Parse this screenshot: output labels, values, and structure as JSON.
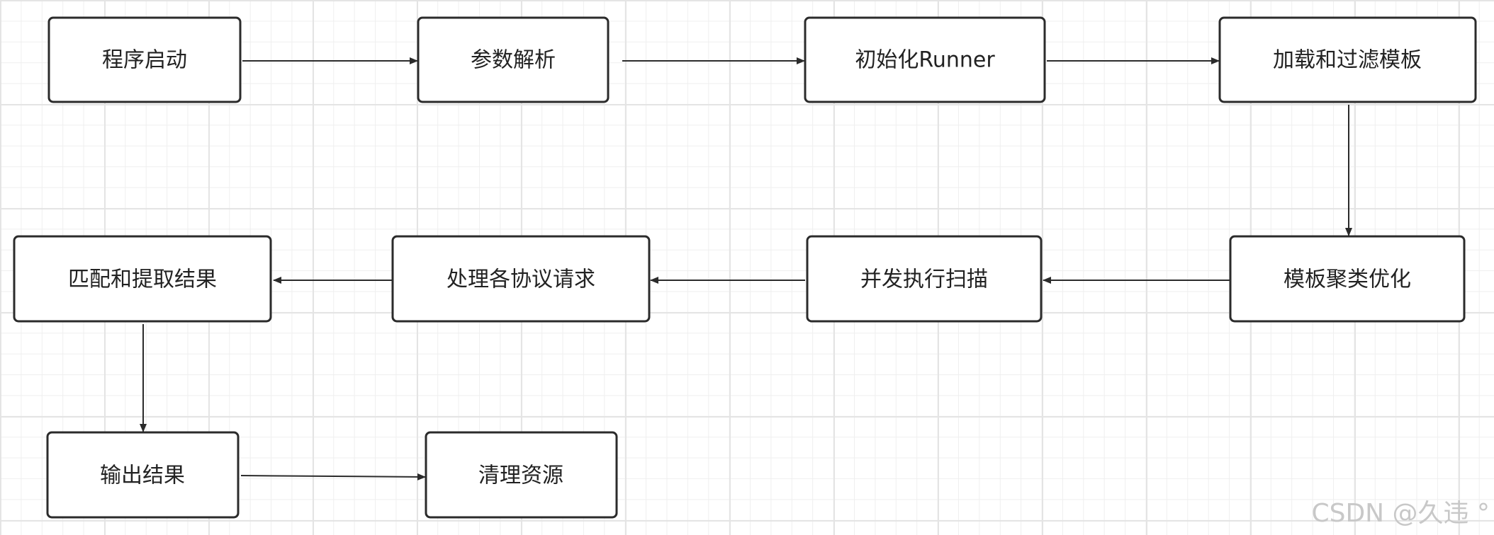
{
  "nodes": {
    "start": "程序启动",
    "parse_args": "参数解析",
    "init_runner": "初始化Runner",
    "load_filter": "加载和过滤模板",
    "cluster": "模板聚类优化",
    "concurrent_scan": "并发执行扫描",
    "protocol_requests": "处理各协议请求",
    "match_extract": "匹配和提取结果",
    "output": "输出结果",
    "cleanup": "清理资源"
  },
  "watermark": "CSDN @久违 °"
}
